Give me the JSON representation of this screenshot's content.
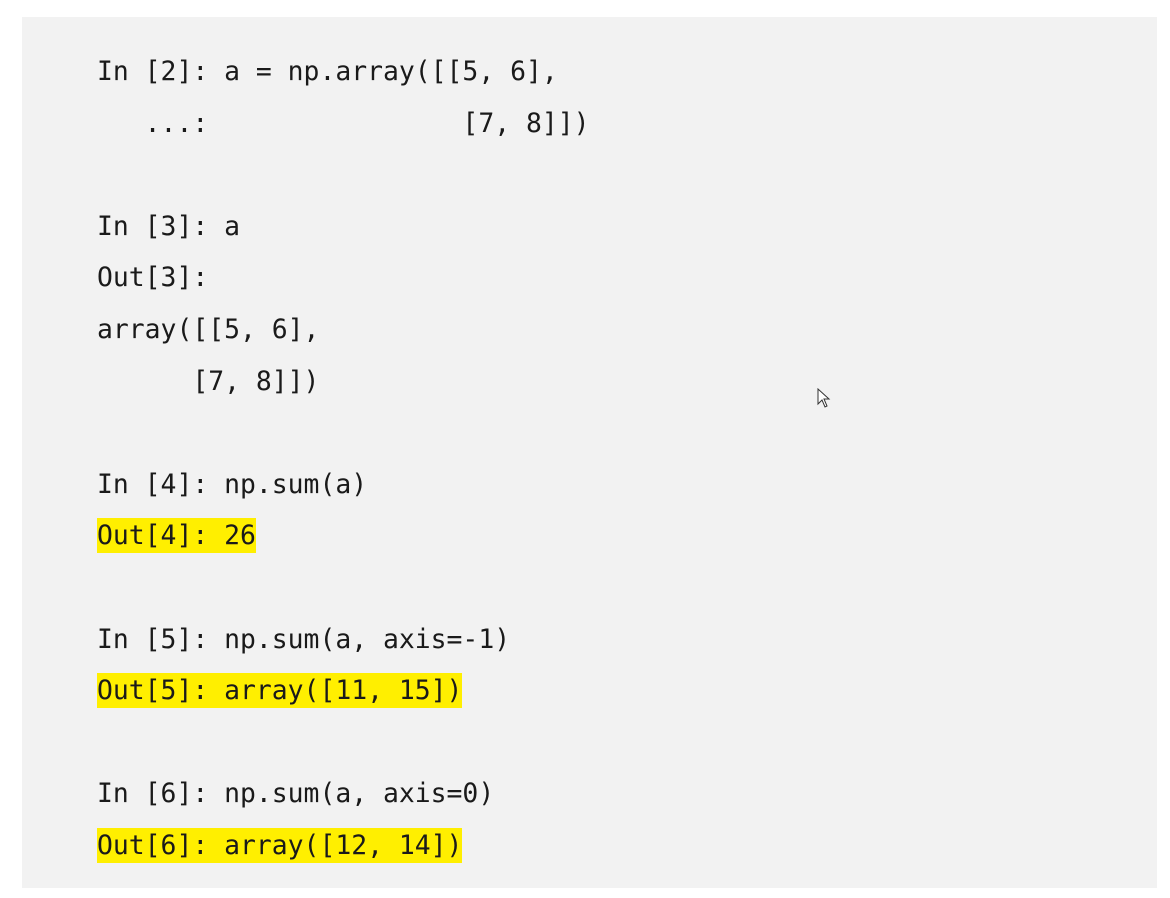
{
  "lines": [
    {
      "text": "In [2]: a = np.array([[5, 6],",
      "highlight": false
    },
    {
      "text": "   ...:                [7, 8]])",
      "highlight": false
    },
    {
      "text": "",
      "highlight": false
    },
    {
      "text": "In [3]: a",
      "highlight": false
    },
    {
      "text": "Out[3]:",
      "highlight": false
    },
    {
      "text": "array([[5, 6],",
      "highlight": false
    },
    {
      "text": "      [7, 8]])",
      "highlight": false
    },
    {
      "text": "",
      "highlight": false
    },
    {
      "text": "In [4]: np.sum(a)",
      "highlight": false
    },
    {
      "text": "Out[4]: 26",
      "highlight": true
    },
    {
      "text": "",
      "highlight": false
    },
    {
      "text": "In [5]: np.sum(a, axis=-1)",
      "highlight": false
    },
    {
      "text": "Out[5]: array([11, 15])",
      "highlight": true
    },
    {
      "text": "",
      "highlight": false
    },
    {
      "text": "In [6]: np.sum(a, axis=0)",
      "highlight": false
    },
    {
      "text": "Out[6]: array([12, 14])",
      "highlight": true
    }
  ],
  "colors": {
    "highlight": "#ffef00",
    "panel": "#f2f2f2"
  }
}
